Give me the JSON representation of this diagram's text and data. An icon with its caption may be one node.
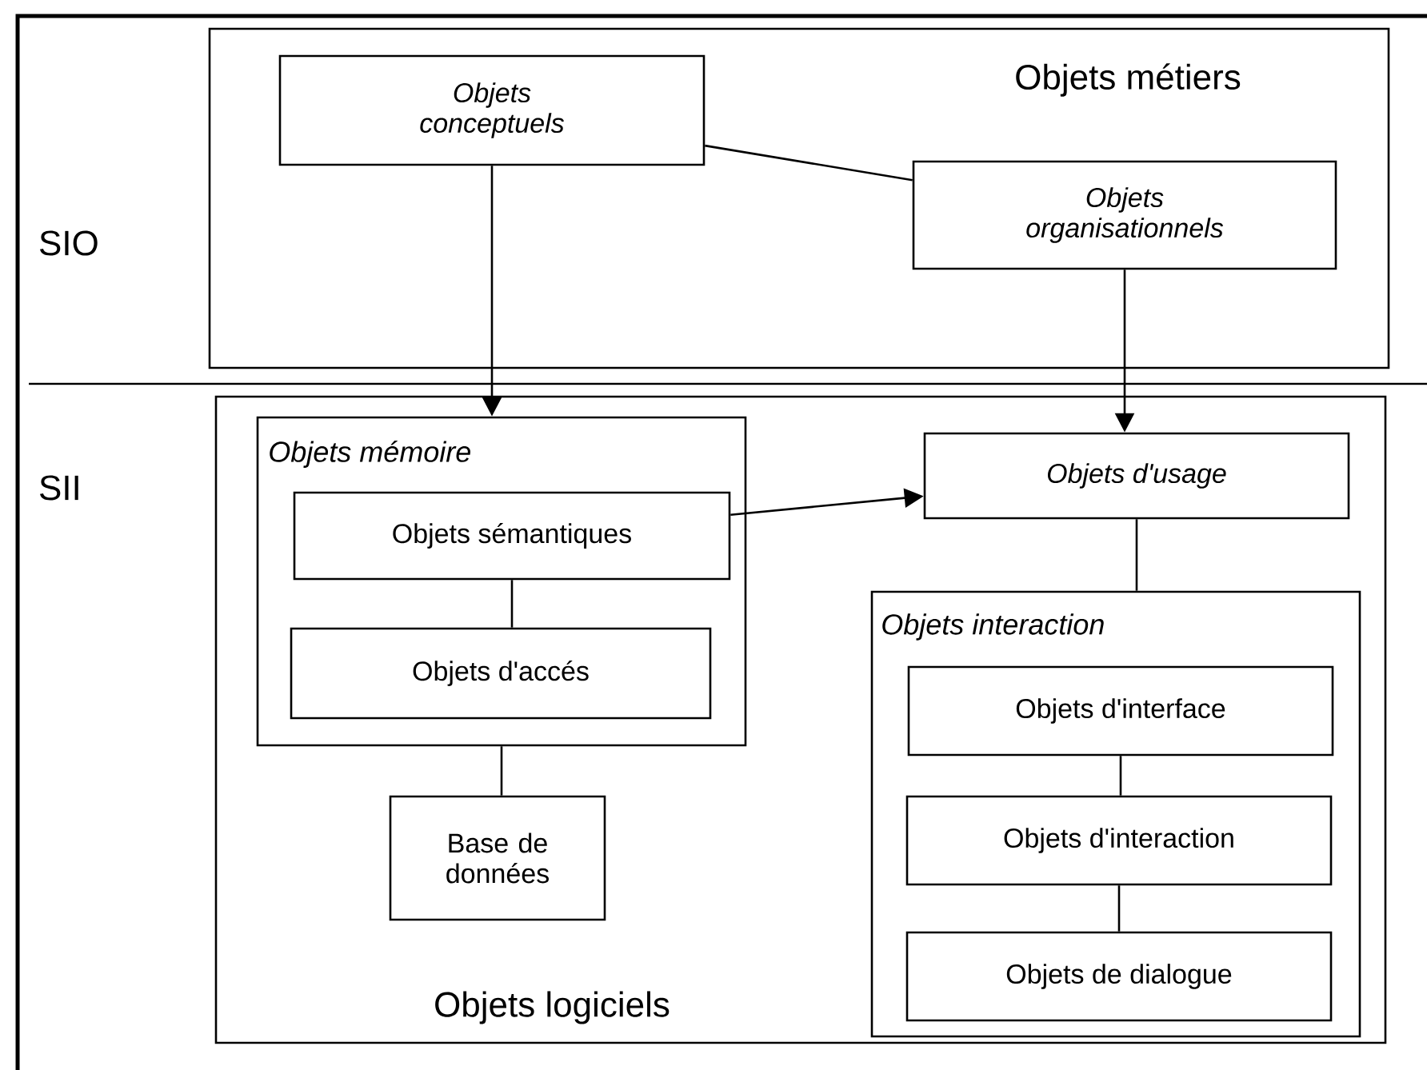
{
  "diagram": {
    "nodes": [
      {
        "text": [
          "Objets métiers"
        ]
      },
      {
        "text": [
          "Objets conceptuels"
        ],
        "in": 0
      },
      {
        "text": [
          "Objets organisationnels"
        ],
        "in": 0
      },
      {
        "text": [
          "Objets logiciels"
        ]
      },
      {
        "text": [
          "Objets mémoire"
        ],
        "in": 3
      },
      {
        "text": [
          "Objets sémantiques"
        ],
        "in": 4
      },
      {
        "text": [
          "Objets d'accés"
        ],
        "in": 4
      },
      {
        "text": [
          "Base de données"
        ],
        "in": 3
      },
      {
        "text": [
          "Objets d'usage"
        ],
        "in": 3
      },
      {
        "text": [
          "Objets interaction"
        ],
        "in": 3
      },
      {
        "text": [
          "Objets d'interface"
        ],
        "in": 9
      },
      {
        "text": [
          "Objets d'interaction"
        ],
        "in": 9
      },
      {
        "text": [
          "Objets de dialogue"
        ],
        "in": 9
      }
    ],
    "edges": [
      {
        "from": 1,
        "to": 2,
        "arrow": "none"
      },
      {
        "from": 1,
        "to": 4,
        "arrow": "to"
      },
      {
        "from": 2,
        "to": 8,
        "arrow": "to"
      },
      {
        "from": 5,
        "to": 8,
        "arrow": "to"
      },
      {
        "from": 5,
        "to": 6,
        "arrow": "none"
      },
      {
        "from": 4,
        "to": 7,
        "arrow": "none"
      },
      {
        "from": 8,
        "to": 9,
        "arrow": "none"
      },
      {
        "from": 10,
        "to": 11,
        "arrow": "none"
      },
      {
        "from": 11,
        "to": 12,
        "arrow": "none"
      }
    ],
    "labels": [
      "SIO",
      "SII"
    ]
  }
}
